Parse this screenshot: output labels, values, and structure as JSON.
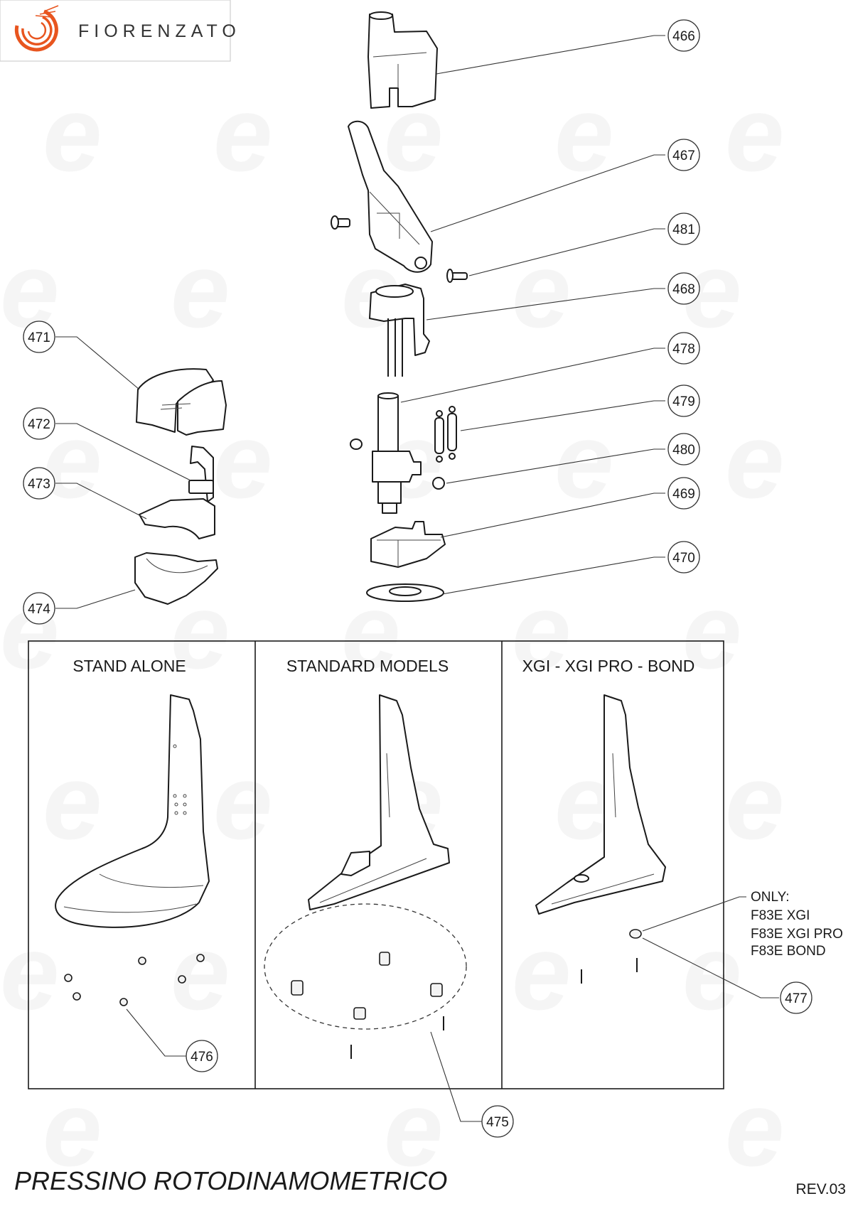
{
  "brand": {
    "name": "FIORENZATO",
    "accent": "#e8551f"
  },
  "callouts": [
    {
      "label": "466"
    },
    {
      "label": "467"
    },
    {
      "label": "481"
    },
    {
      "label": "468"
    },
    {
      "label": "478"
    },
    {
      "label": "479"
    },
    {
      "label": "480"
    },
    {
      "label": "469"
    },
    {
      "label": "470"
    },
    {
      "label": "471"
    },
    {
      "label": "472"
    },
    {
      "label": "473"
    },
    {
      "label": "474"
    },
    {
      "label": "476"
    },
    {
      "label": "475"
    },
    {
      "label": "477"
    }
  ],
  "panels": [
    {
      "title": "STAND ALONE"
    },
    {
      "title": "STANDARD MODELS"
    },
    {
      "title": "XGI - XGI PRO - BOND"
    }
  ],
  "note": {
    "lines": [
      "ONLY:",
      "F83E XGI",
      "F83E XGI PRO",
      "F83E BOND"
    ]
  },
  "footer": {
    "title": "PRESSINO ROTODINAMOMETRICO",
    "revision": "REV.03"
  },
  "colors": {
    "line": "#1a1a1a",
    "background": "#ffffff"
  }
}
